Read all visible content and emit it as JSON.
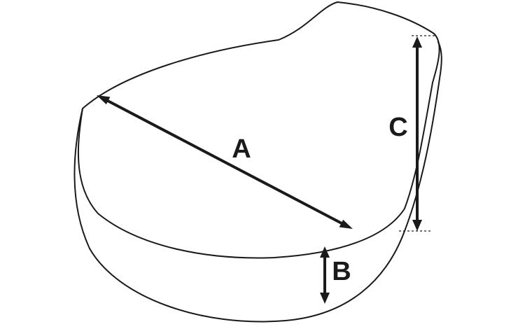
{
  "dimensions": {
    "a": {
      "label": "A"
    },
    "b": {
      "label": "B"
    },
    "c": {
      "label": "C"
    }
  },
  "colors": {
    "line": "#1a1a1a",
    "background": "#ffffff"
  }
}
